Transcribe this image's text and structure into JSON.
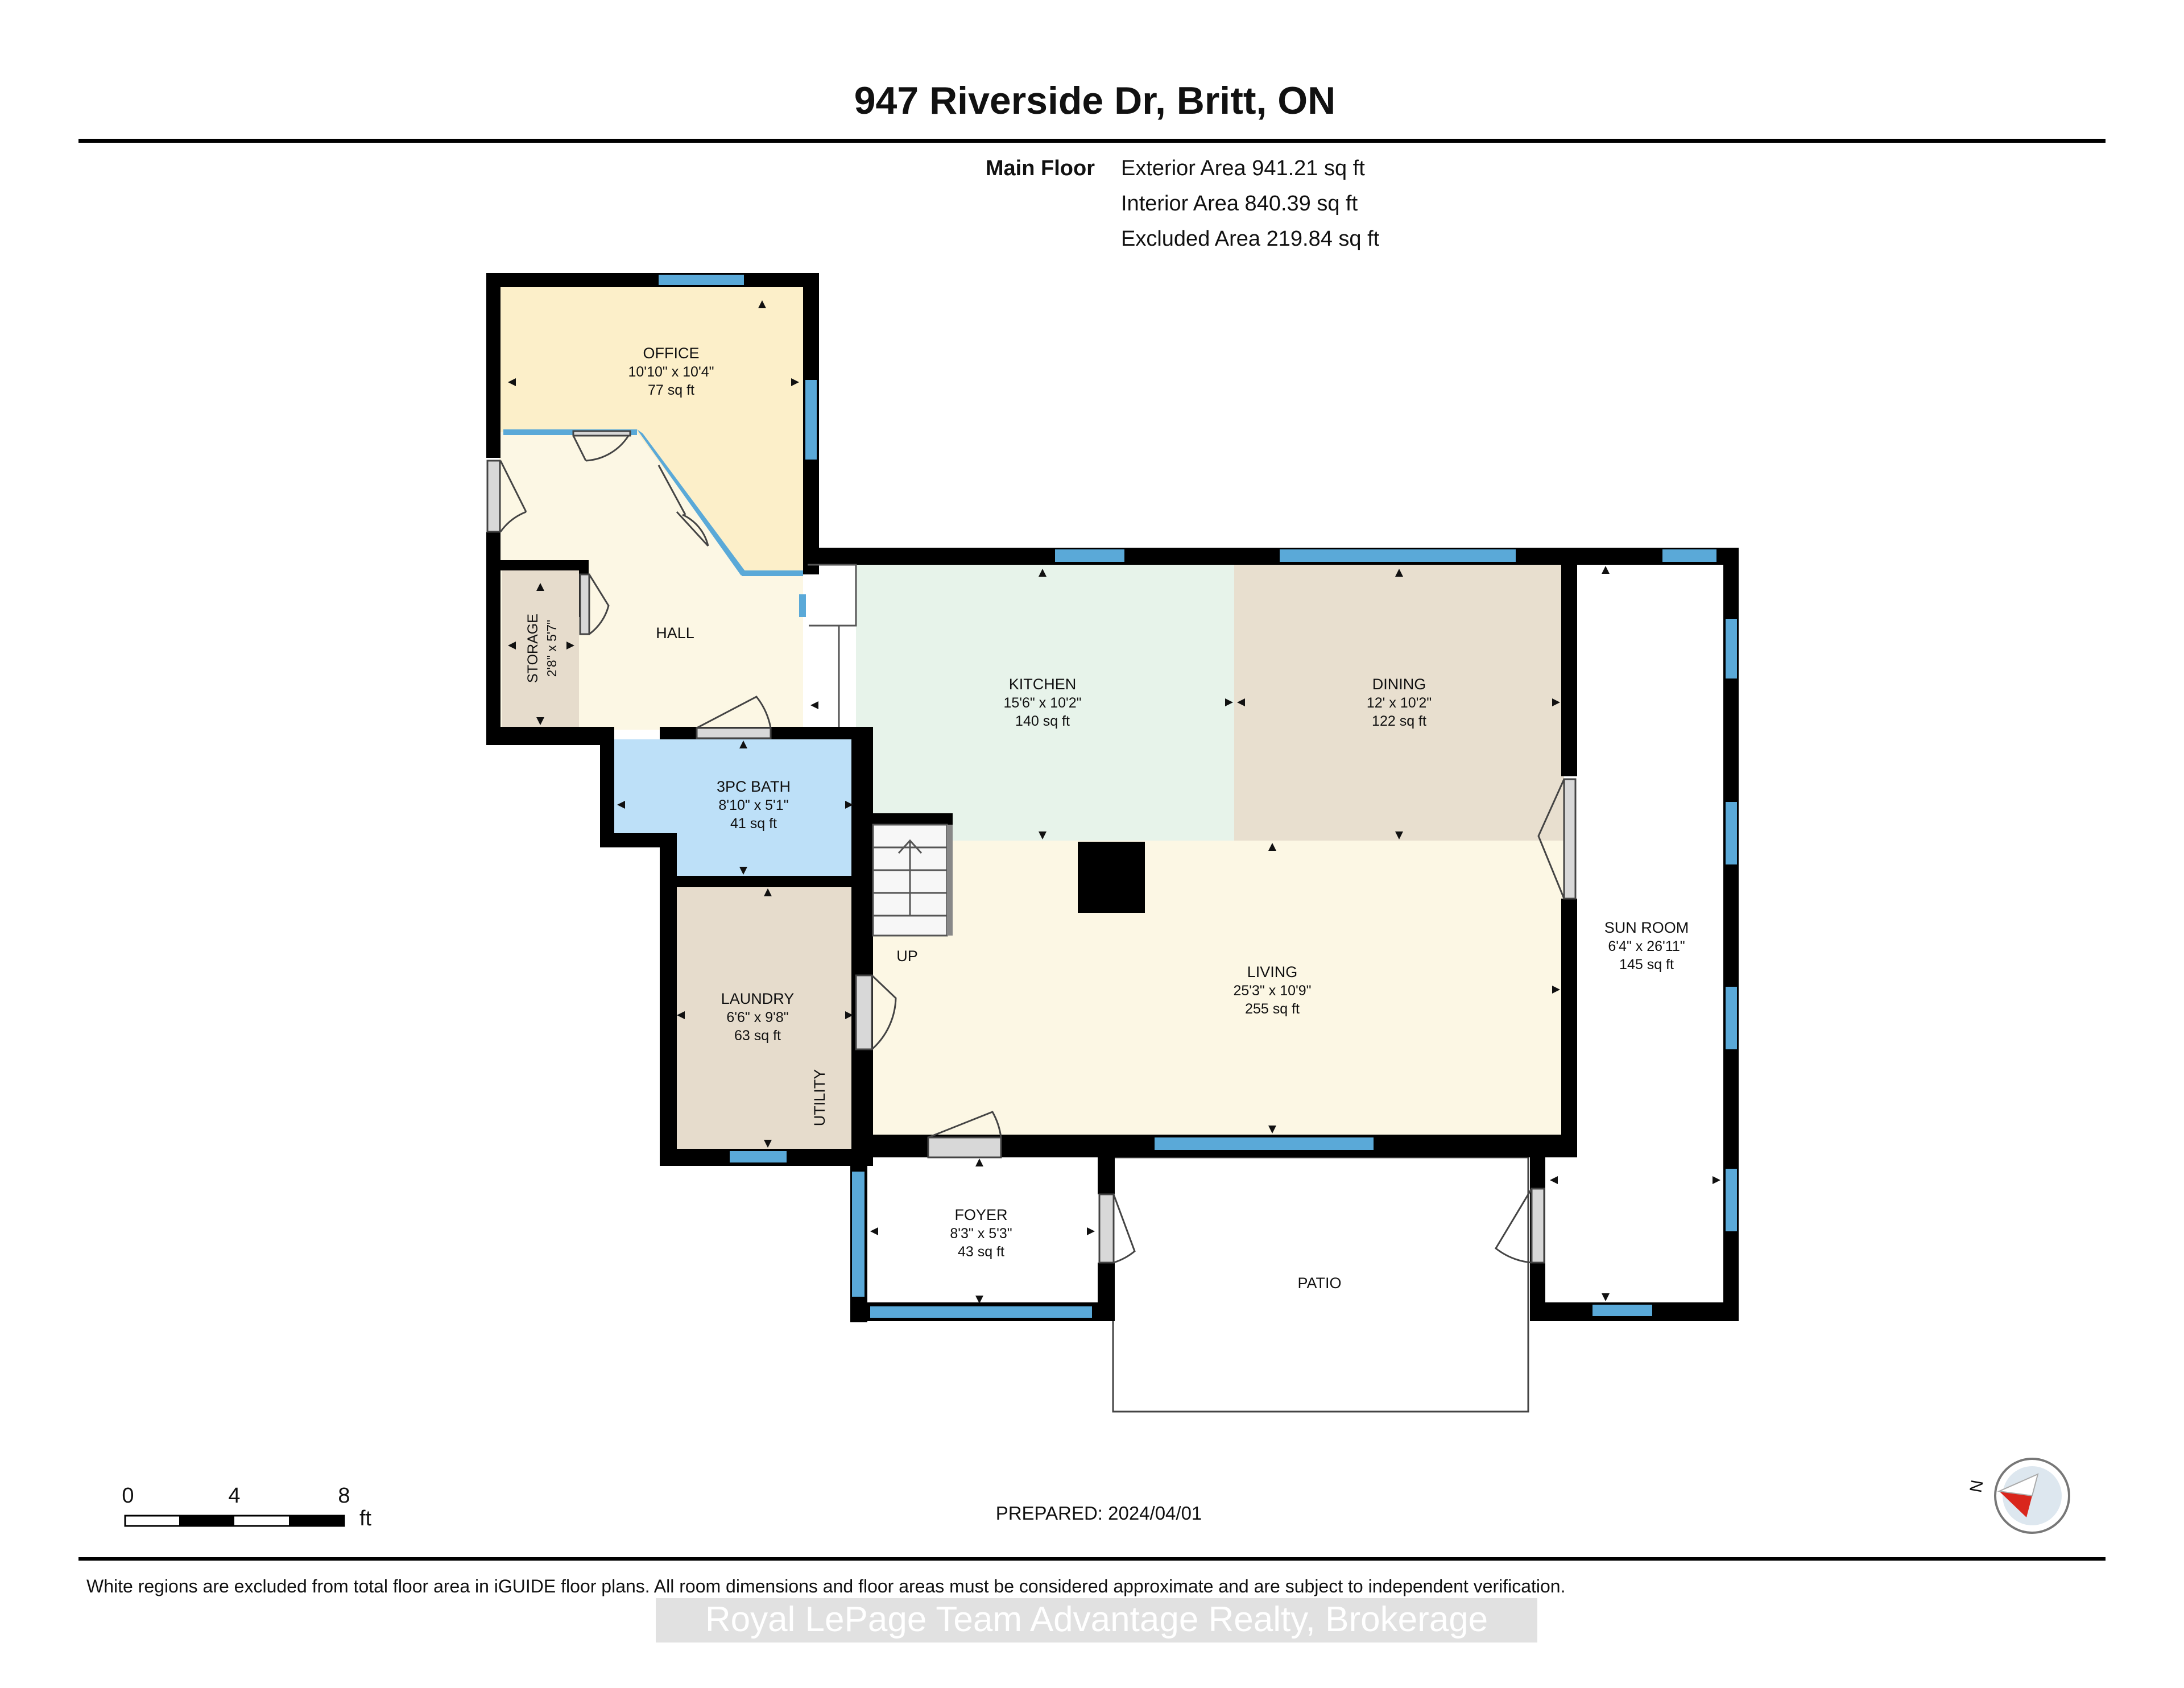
{
  "header": {
    "title": "947 Riverside Dr, Britt, ON"
  },
  "summary": {
    "floor_label": "Main Floor",
    "exterior_area": "Exterior Area 941.21 sq ft",
    "interior_area": "Interior Area 840.39 sq ft",
    "excluded_area": "Excluded Area 219.84 sq ft"
  },
  "rooms": {
    "office": {
      "name": "OFFICE",
      "dims": "10'10\" x 10'4\"",
      "area": "77 sq ft"
    },
    "hall": {
      "name": "HALL"
    },
    "storage": {
      "name": "STORAGE",
      "dims": "2'8\" x 5'7\""
    },
    "kitchen": {
      "name": "KITCHEN",
      "dims": "15'6\" x 10'2\"",
      "area": "140 sq ft"
    },
    "dining": {
      "name": "DINING",
      "dims": "12' x 10'2\"",
      "area": "122 sq ft"
    },
    "bath": {
      "name": "3PC BATH",
      "dims": "8'10\" x 5'1\"",
      "area": "41 sq ft"
    },
    "sunroom": {
      "name": "SUN ROOM",
      "dims": "6'4\" x 26'11\"",
      "area": "145 sq ft"
    },
    "living": {
      "name": "LIVING",
      "dims": "25'3\" x 10'9\"",
      "area": "255 sq ft"
    },
    "laundry": {
      "name": "LAUNDRY",
      "dims": "6'6\" x 9'8\"",
      "area": "63 sq ft"
    },
    "utility": {
      "name": "UTILITY"
    },
    "foyer": {
      "name": "FOYER",
      "dims": "8'3\" x 5'3\"",
      "area": "43 sq ft"
    },
    "patio": {
      "name": "PATIO"
    },
    "stairs": {
      "label": "UP"
    }
  },
  "scale": {
    "tick0": "0",
    "tick1": "4",
    "tick2": "8",
    "unit": "ft"
  },
  "prepared": "PREPARED: 2024/04/01",
  "compass": {
    "label": "N"
  },
  "footer": {
    "disclaimer": "White regions are excluded from total floor area in iGUIDE floor plans. All room dimensions and floor areas must be considered approximate and are subject to independent verification.",
    "watermark": "Royal LePage Team Advantage Realty, Brokerage"
  },
  "colors": {
    "office": "#fcefc9",
    "hall": "#fcf7e4",
    "storage": "#e6dccc",
    "kitchen": "#e7f3ea",
    "dining": "#e8dfcf",
    "bath": "#bde0f8",
    "living": "#fcf7e4",
    "laundry": "#e6dccc",
    "wall": "#000000",
    "window": "#5aa9d8"
  }
}
